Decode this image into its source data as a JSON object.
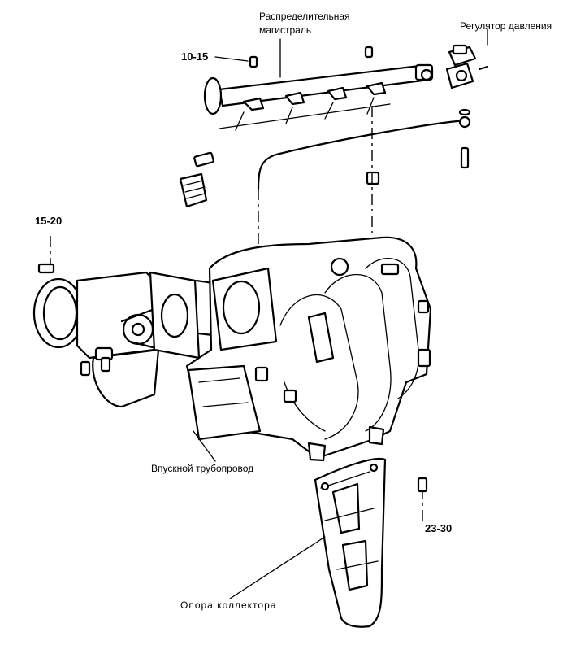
{
  "labels": {
    "fuel_rail": "Распределительная\nмагистраль",
    "pressure_regulator": "Регулятор давления",
    "intake_manifold": "Впускной трубопровод",
    "manifold_support": "Опора коллектора"
  },
  "torques": {
    "rail_bolt": "10-15",
    "throttle_bolt": "15-20",
    "support_bolt": "23-30"
  }
}
